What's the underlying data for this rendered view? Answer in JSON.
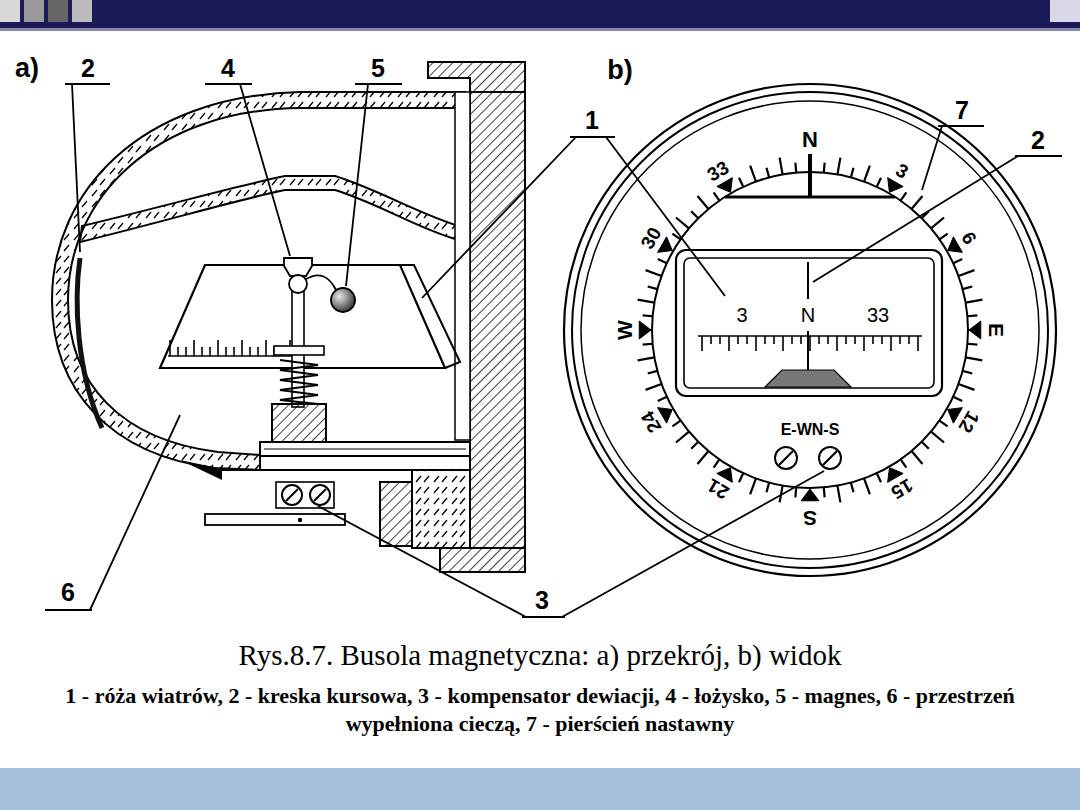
{
  "diagram": {
    "caption": "Rys.8.7. Busola magnetyczna: a) przekrój, b) widok",
    "labels": [
      "a)",
      "2",
      "4",
      "5",
      "b)",
      "1",
      "7",
      "2",
      "N",
      "33",
      "3",
      "30",
      "6",
      "W",
      "3",
      "N",
      "33",
      "E",
      "24",
      "12",
      "E-WN-S",
      "21",
      "15",
      "S",
      "6",
      "3",
      "1 - róża wiatrów, 2 - kreska kursowa, 3 - kompensator dewiacji, 4 - łożysko, 5 - magnes, 6 - przestrzeń wypełniona cieczą, 7 - pierścień nastawny"
    ]
  }
}
